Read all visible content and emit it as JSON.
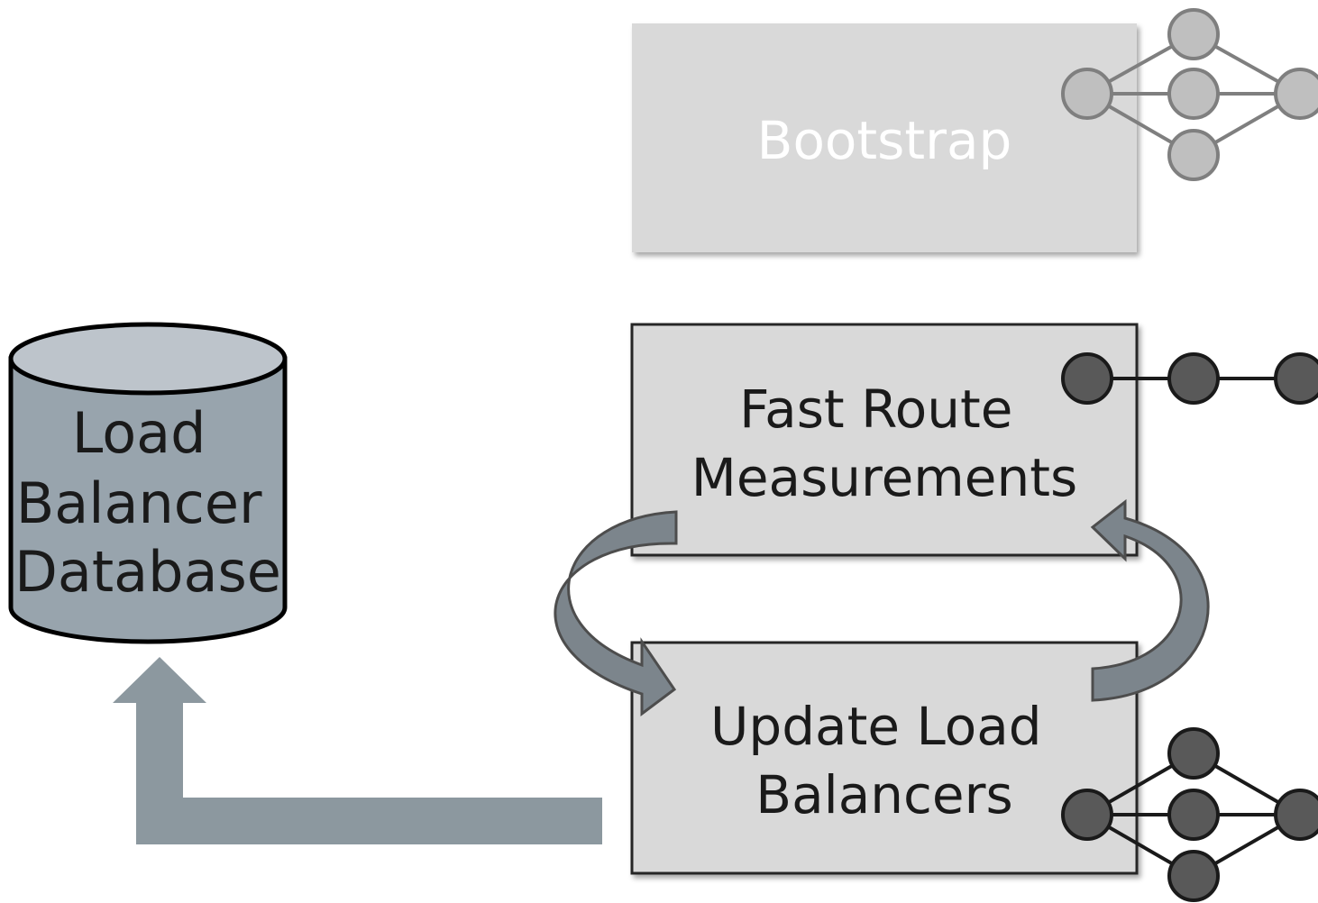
{
  "colors": {
    "background": "#ffffff",
    "box_active_fill": "#d9d9d9",
    "box_active_border": "#262626",
    "box_faded_fill": "#d9d9d9",
    "box_faded_text": "#ffffff",
    "text_dark": "#1a1a1a",
    "database_body": "#98a4ad",
    "database_top": "#bdc4cb",
    "arrow_fill": "#8c989f",
    "curved_arrow_fill": "#7c858c",
    "node_faded_fill": "#bfbfbf",
    "node_faded_stroke": "#7f7f7f",
    "node_active_fill": "#595959",
    "node_active_stroke": "#1a1a1a"
  },
  "database": {
    "lines": [
      "Load",
      "Balancer",
      "Database"
    ]
  },
  "boxes": {
    "bootstrap": {
      "lines": [
        "Bootstrap"
      ],
      "icon": "network-mesh-icon"
    },
    "fast_route": {
      "lines": [
        "Fast Route",
        "Measurements"
      ],
      "icon": "network-chain-icon"
    },
    "update": {
      "lines": [
        "Update Load",
        "Balancers"
      ],
      "icon": "network-mesh-icon"
    }
  },
  "arrows": {
    "to_database": "arrow-up-left-icon",
    "cycle_left": "curved-arrow-down-icon",
    "cycle_right": "curved-arrow-up-icon"
  }
}
